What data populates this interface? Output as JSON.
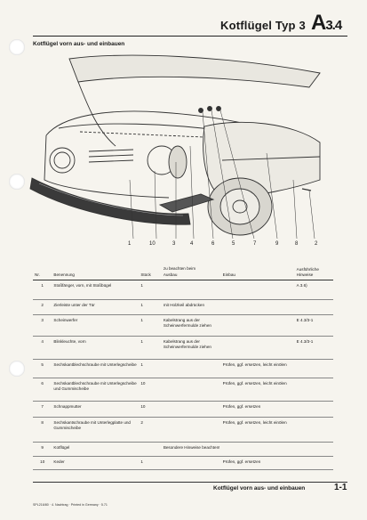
{
  "header": {
    "title": "Kotflügel Typ 3",
    "code_main": "A",
    "code_sub": "3.4"
  },
  "subtitle": "Kotflügel vorn aus- und einbauen",
  "callouts": [
    "1",
    "10",
    "3",
    "4",
    "6",
    "5",
    "7",
    "9",
    "8",
    "2"
  ],
  "table": {
    "headers": {
      "nr": "Nr.",
      "name": "Benennung",
      "qty": "Stück",
      "group": "zu beachten beim",
      "remove": "Ausbau",
      "install": "Einbau",
      "ref": "Ausführliche Hinweise"
    },
    "rows": [
      {
        "nr": "1",
        "name": "Stoßfänger, vorn, mit Stoßbügel",
        "qty": "1",
        "remove": "",
        "install": "",
        "ref": "A 3.6)"
      },
      {
        "nr": "2",
        "name": "Zierleiste unter der Tür",
        "qty": "1",
        "remove": "mit Holzkeil abdrücken",
        "install": "",
        "ref": ""
      },
      {
        "nr": "3",
        "name": "Scheinwerfer",
        "qty": "1",
        "remove": "Kabelstrang aus der Scheinwerfermulde ziehen",
        "install": "",
        "ref": "E 4.3/3-1"
      },
      {
        "nr": "4",
        "name": "Blinkleuchte, vorn",
        "qty": "1",
        "remove": "Kabelstrang aus der Scheinwerfermulde ziehen",
        "install": "",
        "ref": "E 4.3/3-1"
      },
      {
        "nr": "5",
        "name": "Sechskantblechschraube mit Unterlegscheibe",
        "qty": "1",
        "remove": "",
        "install": "Prüfen, ggf. ersetzen, leicht einölen",
        "ref": ""
      },
      {
        "nr": "6",
        "name": "Sechskantblechschraube mit Unterlegscheibe und Gummischeibe",
        "qty": "10",
        "remove": "",
        "install": "Prüfen, ggf. ersetzen, leicht einölen",
        "ref": ""
      },
      {
        "nr": "7",
        "name": "Schnappmutter",
        "qty": "10",
        "remove": "",
        "install": "Prüfen, ggf. ersetzen",
        "ref": ""
      },
      {
        "nr": "8",
        "name": "Sechskantschraube mit Unterlegplatte und Gummischeibe",
        "qty": "2",
        "remove": "",
        "install": "Prüfen, ggf. ersetzen, leicht einölen",
        "ref": ""
      },
      {
        "nr": "9",
        "name": "Kotflügel",
        "qty": "",
        "remove": "Besondere Hinweise beachten!",
        "install": "",
        "ref": "",
        "span": true
      },
      {
        "nr": "10",
        "name": "Keder",
        "qty": "1",
        "remove": "",
        "install": "Prüfen, ggf. ersetzen",
        "ref": ""
      }
    ]
  },
  "footer": {
    "title": "Kotflügel vorn aus- und einbauen",
    "page": "1-1"
  },
  "imprint": "SPL216/80 · 4. Nachtrag · Printed in Germany · 5.71"
}
